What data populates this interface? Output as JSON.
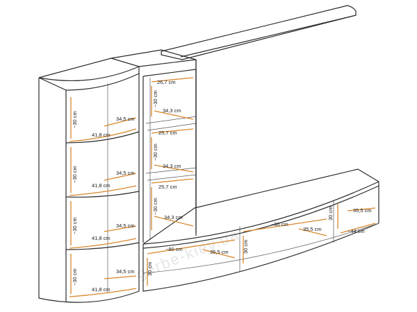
{
  "watermark": "gerbe-kiev.ua",
  "labels": {
    "a1_30": "~30 cm",
    "a1_345": "34,5 cm",
    "a1_418": "41,8 cm",
    "a2_30": "~30 cm",
    "a2_345": "34,5 cm",
    "a2_418": "41,8 cm",
    "a3_30": "~30 cm",
    "a3_345": "34,5 cm",
    "a3_418": "41,8 cm",
    "a4_30": "~30 cm",
    "a4_345": "34,5 cm",
    "a4_418": "41,8 cm",
    "b_267_top": "26,7 cm",
    "b_30_1": "~30 cm",
    "b_343_1": "34,3 cm",
    "b_267_mid": "25,7 cm",
    "b_30_2": "~30 cm",
    "b_343_2": "34,3 cm",
    "b_257": "25,7 cm",
    "b_30_3": "~30 cm",
    "b_343_3": "34,3 cm",
    "c_80": "~80 cm",
    "c_355": "35,5 cm",
    "c_30": "30 cm",
    "d_80": "~80 cm",
    "d_355": "35,5 cm",
    "d_30": "30 cm",
    "e_355": "35,5 cm",
    "e_30": "30 cm",
    "e_44": "~44 cm"
  }
}
